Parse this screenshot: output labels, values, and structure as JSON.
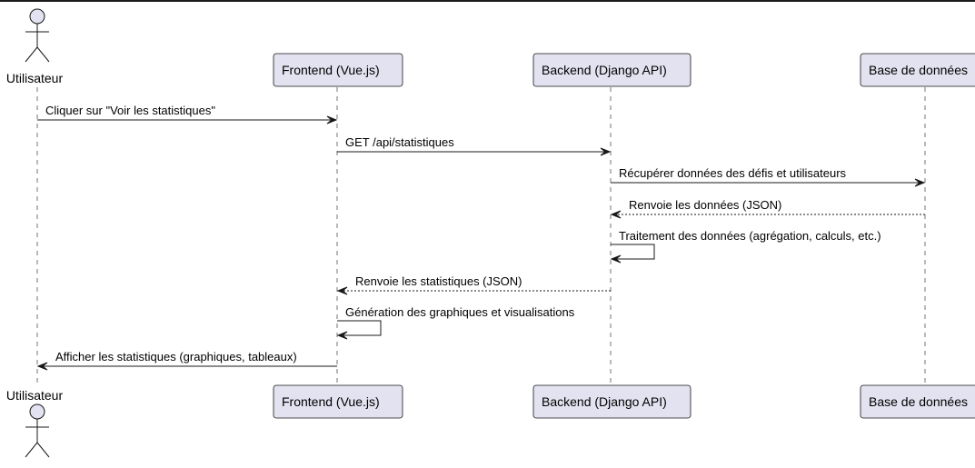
{
  "participants": [
    {
      "id": "user",
      "label": "Utilisateur",
      "kind": "actor"
    },
    {
      "id": "front",
      "label": "Frontend (Vue.js)",
      "kind": "participant"
    },
    {
      "id": "back",
      "label": "Backend (Django API)",
      "kind": "participant"
    },
    {
      "id": "db",
      "label": "Base de données",
      "kind": "participant"
    }
  ],
  "messages": [
    {
      "from": "user",
      "to": "front",
      "label": "Cliquer sur \"Voir les statistiques\"",
      "style": "solid"
    },
    {
      "from": "front",
      "to": "back",
      "label": "GET /api/statistiques",
      "style": "solid"
    },
    {
      "from": "back",
      "to": "db",
      "label": "Récupérer données des défis et utilisateurs",
      "style": "solid"
    },
    {
      "from": "db",
      "to": "back",
      "label": "Renvoie les données (JSON)",
      "style": "dashed"
    },
    {
      "from": "back",
      "to": "back",
      "label": "Traitement des données (agrégation, calculs, etc.)",
      "style": "solid"
    },
    {
      "from": "back",
      "to": "front",
      "label": "Renvoie les statistiques (JSON)",
      "style": "dashed"
    },
    {
      "from": "front",
      "to": "front",
      "label": "Génération des graphiques et visualisations",
      "style": "solid"
    },
    {
      "from": "front",
      "to": "user",
      "label": "Afficher les statistiques (graphiques, tableaux)",
      "style": "solid"
    }
  ]
}
